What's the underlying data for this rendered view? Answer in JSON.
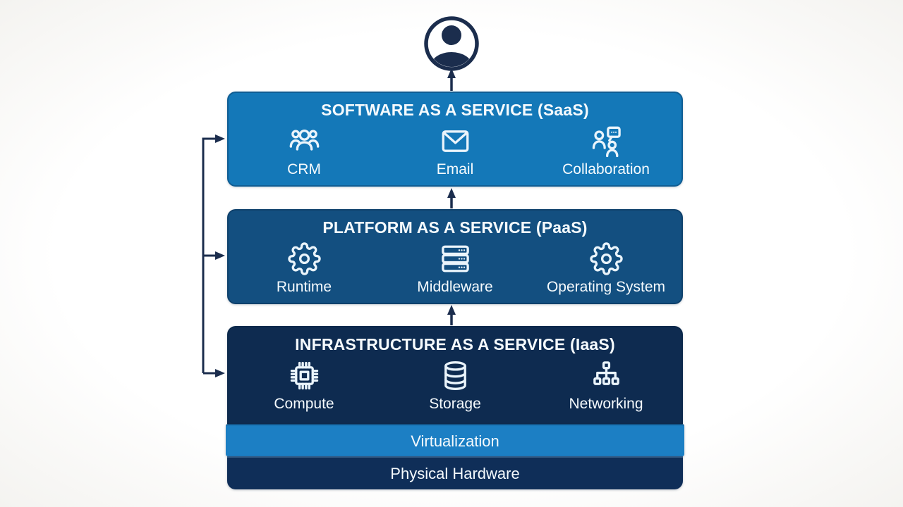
{
  "title": "Cloud service models diagram",
  "colors": {
    "saas": "#1478b8",
    "paas": "#134f80",
    "iaas": "#0e2b50",
    "virtualization": "#1c7fc4",
    "physical": "#0f2e58",
    "connector": "#1b2d4d",
    "icon": "#eaf4fb",
    "text": "#f5fafd",
    "background": "#ffffff"
  },
  "user": {
    "icon": "user-avatar-icon"
  },
  "layers": [
    {
      "id": "saas",
      "title": "SOFTWARE AS A SERVICE (SaaS)",
      "items": [
        {
          "icon": "users-icon",
          "label": "CRM"
        },
        {
          "icon": "envelope-icon",
          "label": "Email"
        },
        {
          "icon": "collaboration-icon",
          "label": "Collaboration"
        }
      ]
    },
    {
      "id": "paas",
      "title": "PLATFORM AS A SERVICE (PaaS)",
      "items": [
        {
          "icon": "gear-icon",
          "label": "Runtime"
        },
        {
          "icon": "server-stack-icon",
          "label": "Middleware"
        },
        {
          "icon": "gear-icon",
          "label": "Operating System"
        }
      ]
    },
    {
      "id": "iaas",
      "title": "INFRASTRUCTURE AS A SERVICE (IaaS)",
      "items": [
        {
          "icon": "chip-icon",
          "label": "Compute"
        },
        {
          "icon": "database-icon",
          "label": "Storage"
        },
        {
          "icon": "network-icon",
          "label": "Networking"
        }
      ]
    }
  ],
  "sublayers": [
    {
      "id": "virtualization",
      "label": "Virtualization"
    },
    {
      "id": "physical-hardware",
      "label": "Physical Hardware"
    }
  ]
}
